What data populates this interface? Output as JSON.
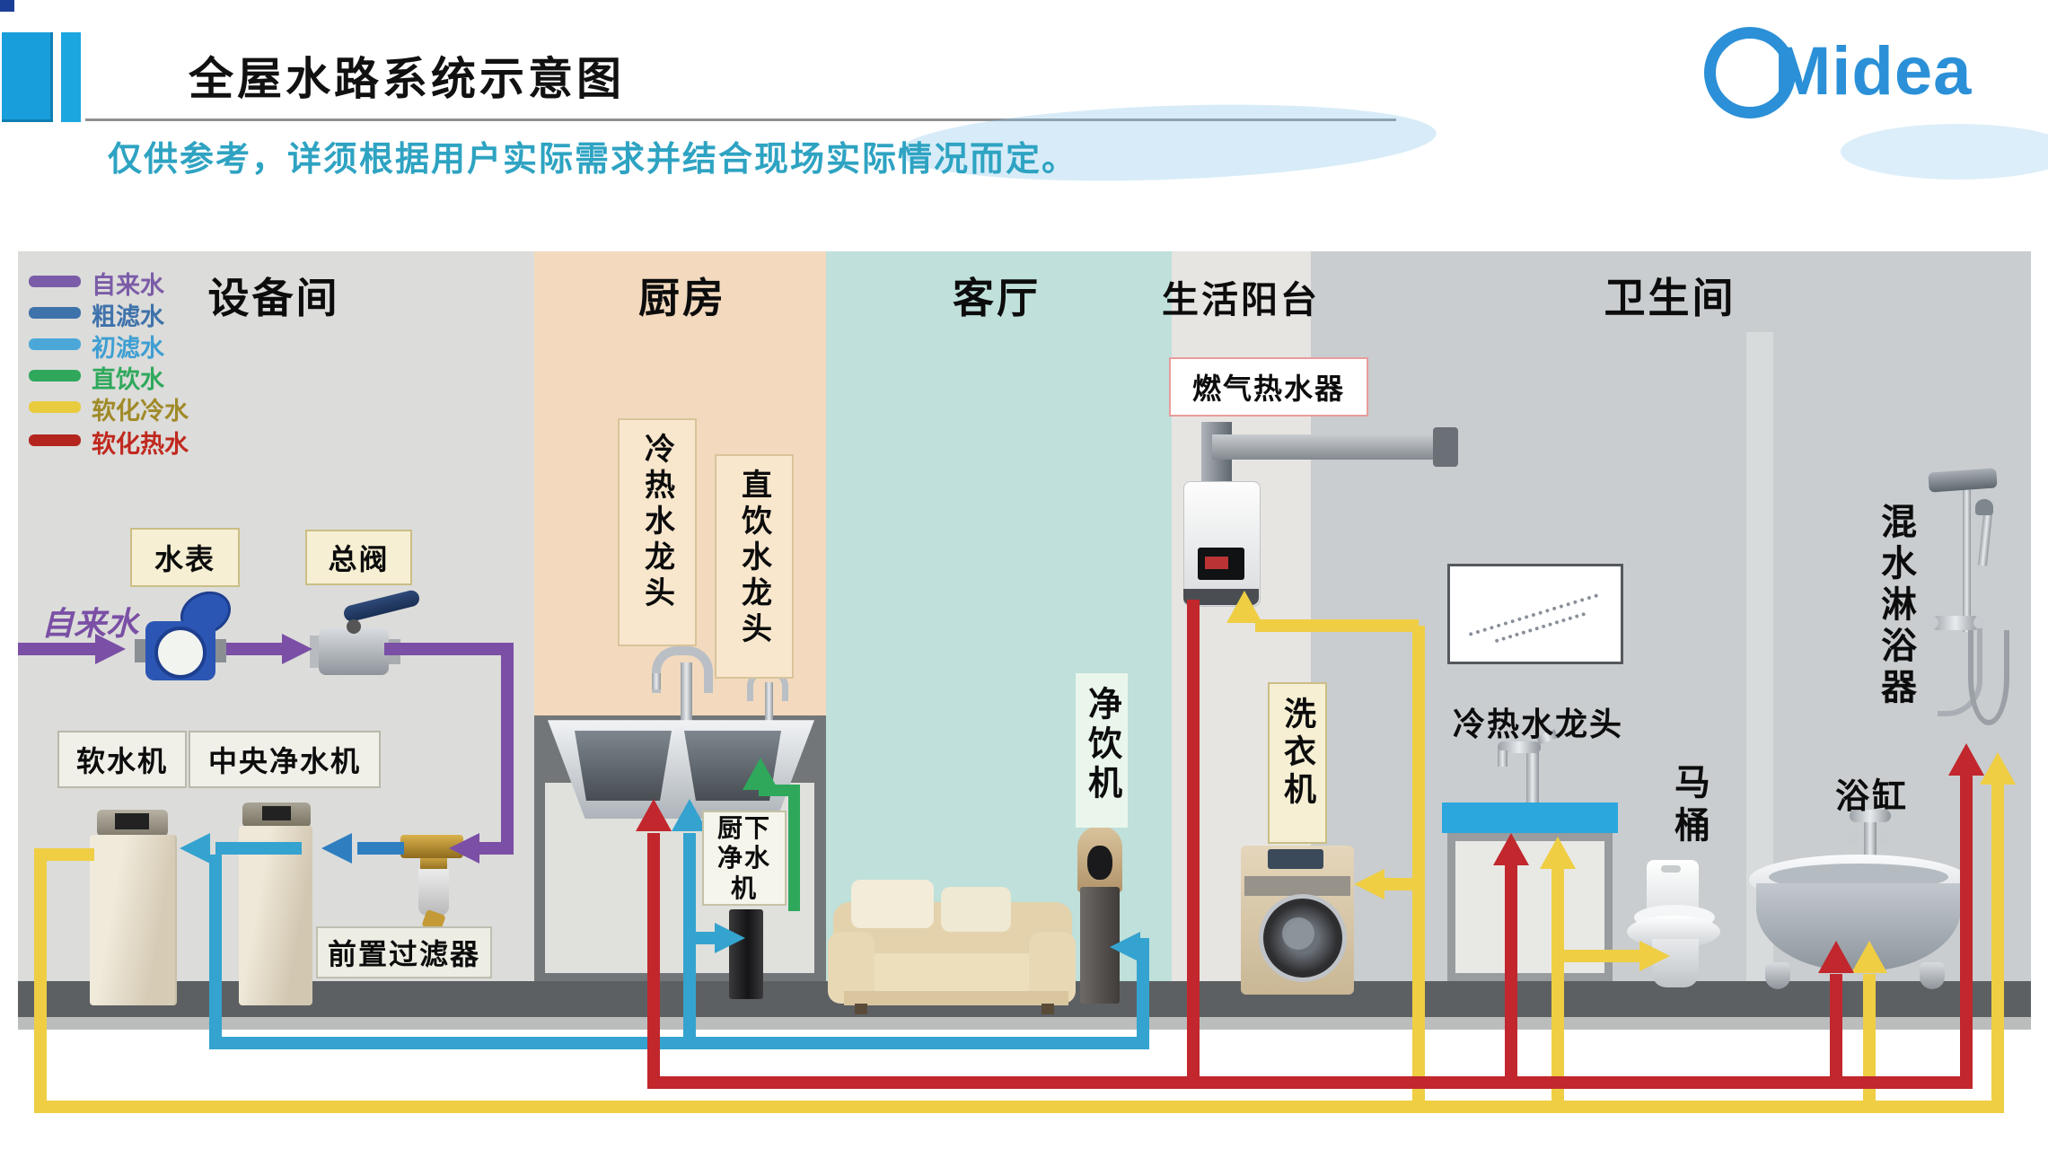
{
  "header": {
    "title": "全屋水路系统示意图",
    "disclaimer": "仅供参考，详须根据用户实际需求并结合现场实际情况而定。"
  },
  "brand": {
    "name": "Midea"
  },
  "legend": {
    "items": [
      {
        "label": "自来水",
        "color": "#7b5ca8",
        "text_color": "#7b5ca8"
      },
      {
        "label": "粗滤水",
        "color": "#3e72ab",
        "text_color": "#3e72ab"
      },
      {
        "label": "初滤水",
        "color": "#4ba7d8",
        "text_color": "#3e9ed2"
      },
      {
        "label": "直饮水",
        "color": "#2fa85c",
        "text_color": "#2fa85c"
      },
      {
        "label": "软化冷水",
        "color": "#e9cb3e",
        "text_color": "#a08a28"
      },
      {
        "label": "软化热水",
        "color": "#b3251e",
        "text_color": "#c0281e"
      }
    ]
  },
  "rooms": {
    "equipment": "设备间",
    "kitchen": "厨房",
    "living": "客厅",
    "balcony": "生活阳台",
    "bathroom": "卫生间"
  },
  "equipment": {
    "water_meter": "水表",
    "main_valve": "总阀",
    "tap_water": "自来水",
    "softener": "软水机",
    "central_purifier": "中央净水机",
    "prefilter": "前置过滤器"
  },
  "kitchen": {
    "hot_cold_faucet": "冷热水龙头",
    "drinking_faucet": "直饮水龙头",
    "undersink_purifier": "厨下净水机"
  },
  "living": {
    "dispenser": "净饮机"
  },
  "balcony": {
    "gas_heater": "燃气热水器",
    "washer": "洗衣机"
  },
  "bathroom": {
    "hot_cold_faucet": "冷热水龙头",
    "toilet": "马桶",
    "bathtub": "浴缸",
    "shower": "混水淋浴器"
  },
  "pipe_colors": {
    "tap": "#7a4fa5",
    "coarse_filtered": "#2f7ec0",
    "first_filtered": "#35a3cf",
    "drinking": "#2fa85c",
    "soft_cold": "#efce44",
    "soft_hot": "#c1272d"
  }
}
